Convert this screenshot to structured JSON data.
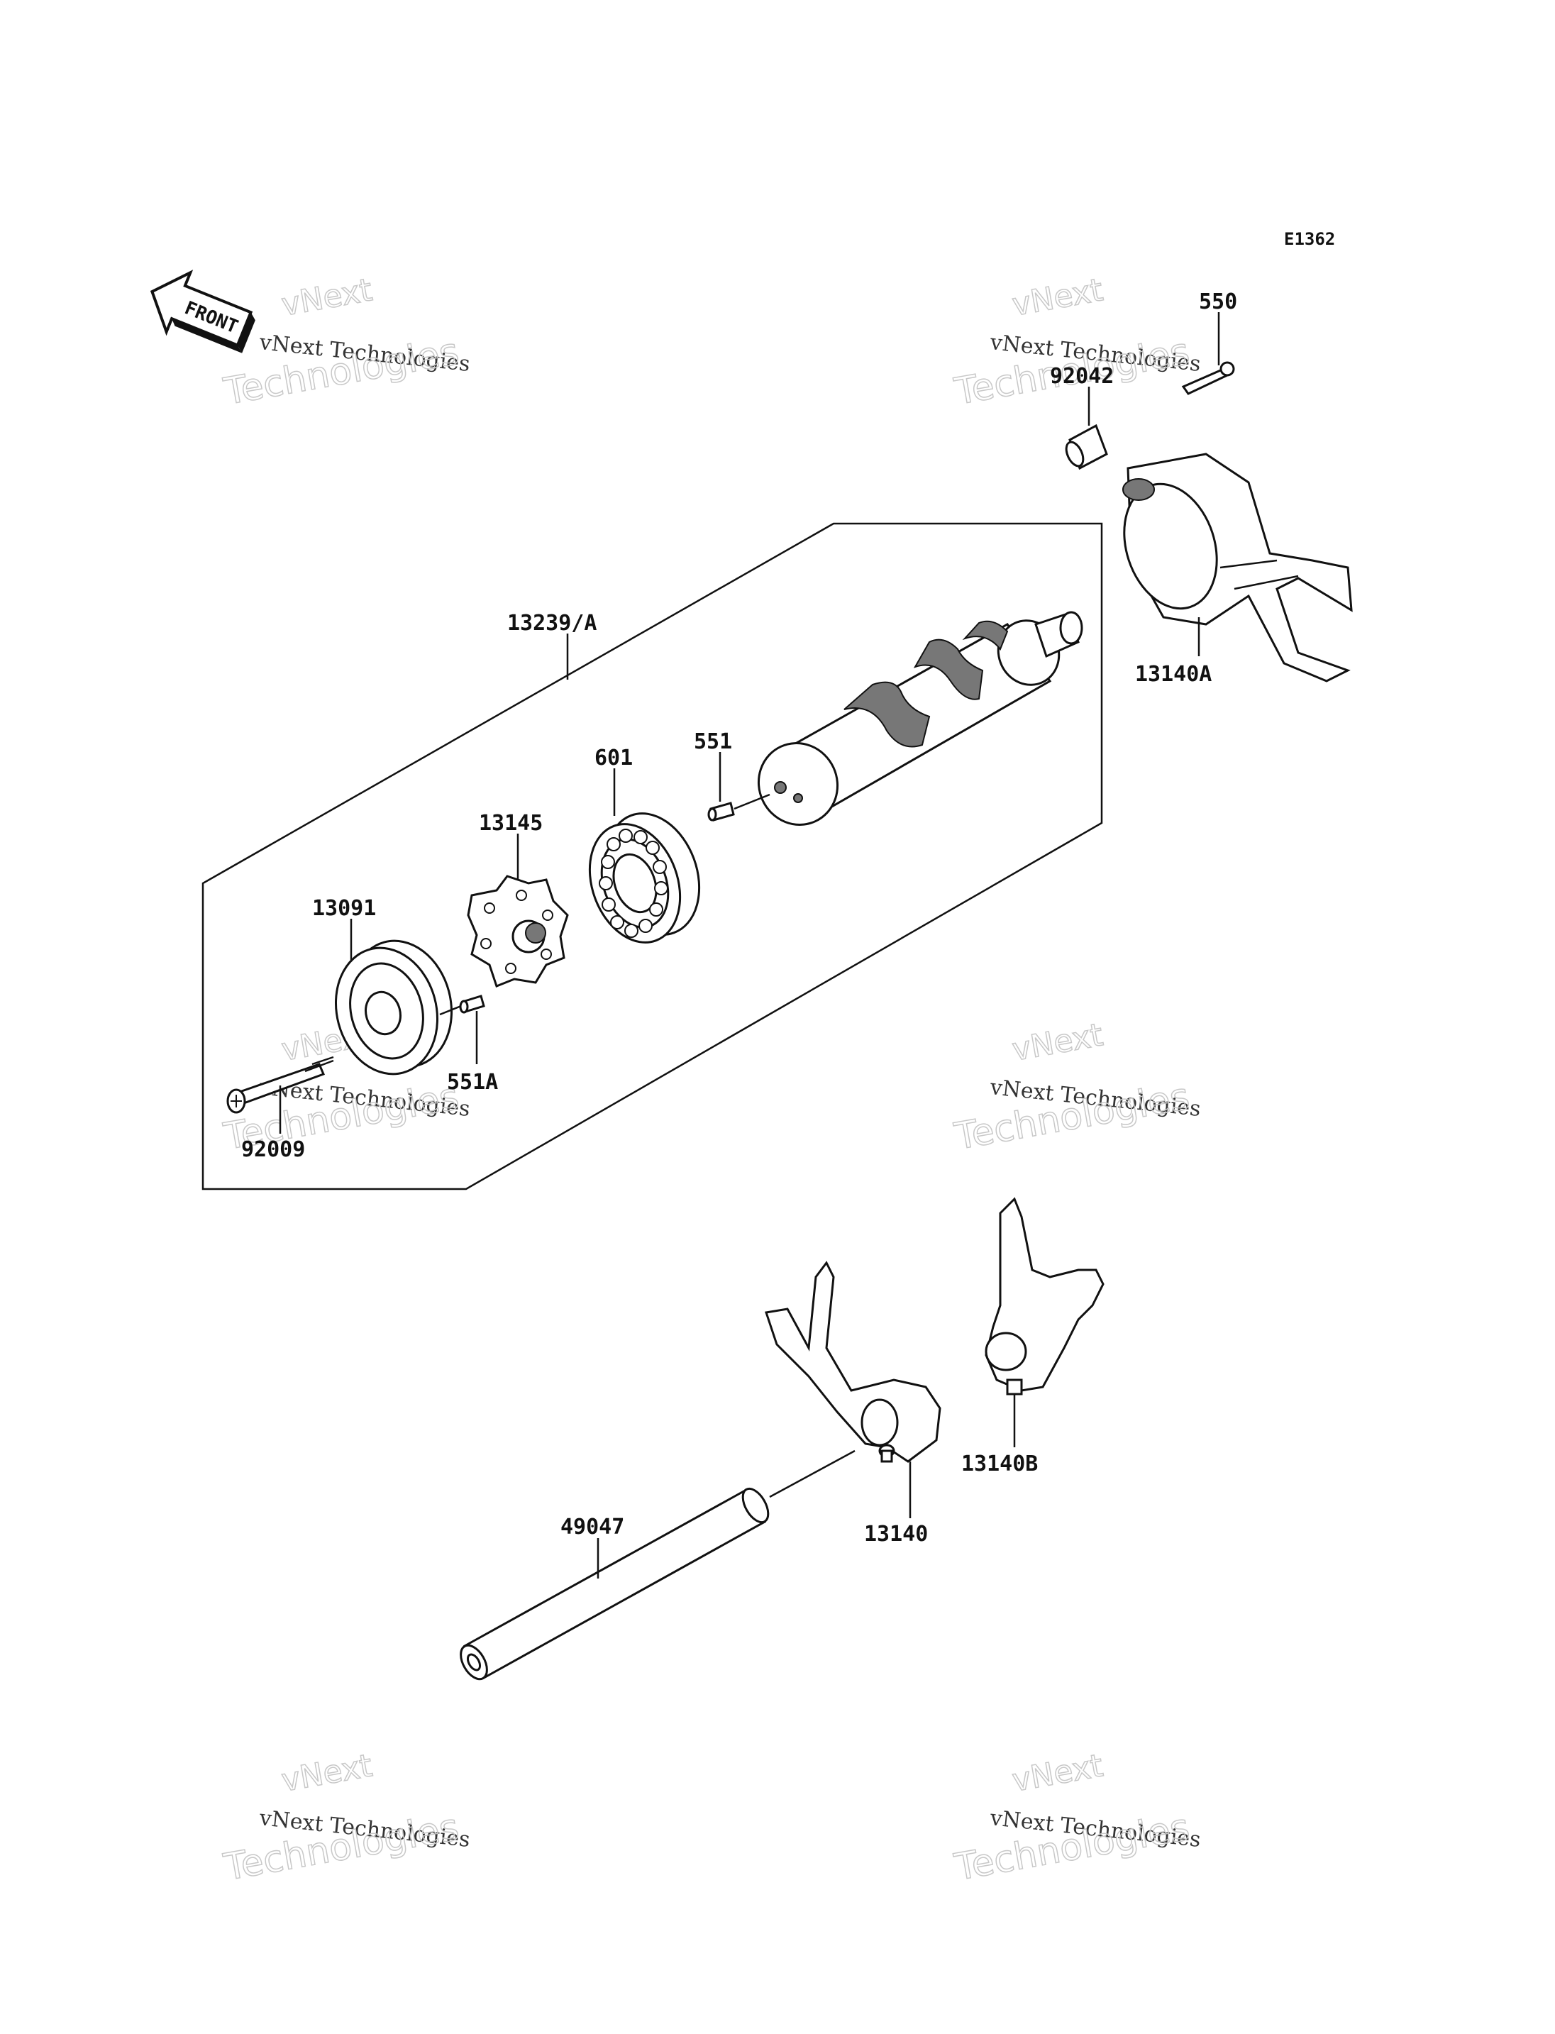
{
  "diagram_code": "E1362",
  "front_arrow_label": "FRONT",
  "watermark": {
    "text": "vNext Technologies",
    "word1": "vNext",
    "word2": "Technologies"
  },
  "parts": {
    "p550": "550",
    "p92042": "92042",
    "p13140A": "13140A",
    "p13239A": "13239/A",
    "p601": "601",
    "p551": "551",
    "p13145": "13145",
    "p13091": "13091",
    "p551A": "551A",
    "p92009": "92009",
    "p49047": "49047",
    "p13140": "13140",
    "p13140B": "13140B"
  }
}
